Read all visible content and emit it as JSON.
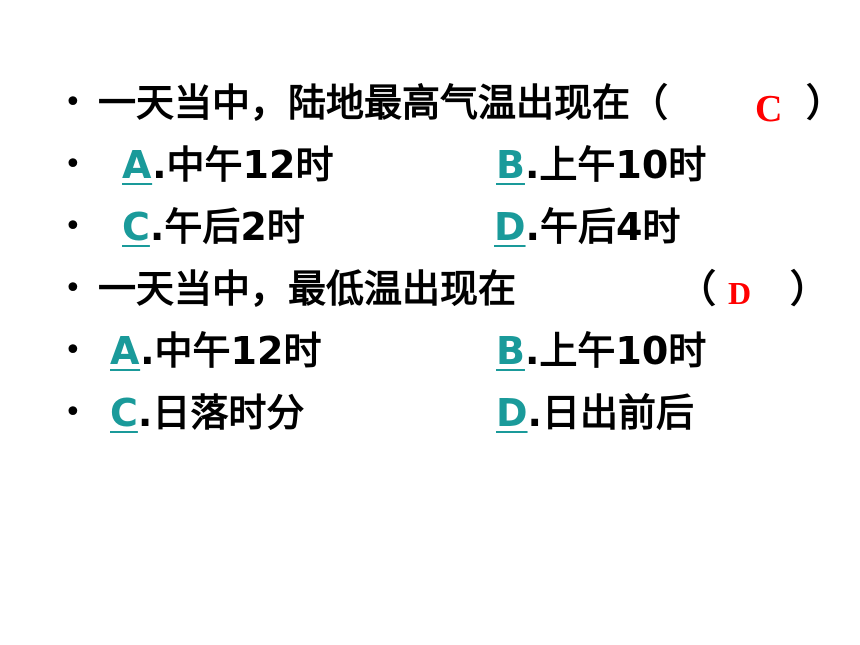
{
  "questions": [
    {
      "stem": "一天当中，陆地最高气温出现在（",
      "close_paren": "）",
      "answer": "C",
      "options": [
        {
          "letter": "A",
          "text": ".中午12时"
        },
        {
          "letter": "B",
          "text": ".上午10时"
        },
        {
          "letter": "C",
          "text": ".午后2时"
        },
        {
          "letter": "D",
          "text": ".午后4时"
        }
      ]
    },
    {
      "stem": "一天当中，最低温出现在",
      "open_paren": "（",
      "close_paren": "）",
      "answer": "D",
      "options": [
        {
          "letter": "A",
          "text": ".中午12时"
        },
        {
          "letter": "B",
          "text": ".上午10时"
        },
        {
          "letter": "C",
          "text": ".日落时分"
        },
        {
          "letter": "D",
          "text": ".日出前后"
        }
      ]
    }
  ],
  "bullet_glyph": "•",
  "colors": {
    "text": "#000000",
    "option_letter": "#1a9a9a",
    "answer": "#ff0000",
    "background": "#ffffff"
  }
}
